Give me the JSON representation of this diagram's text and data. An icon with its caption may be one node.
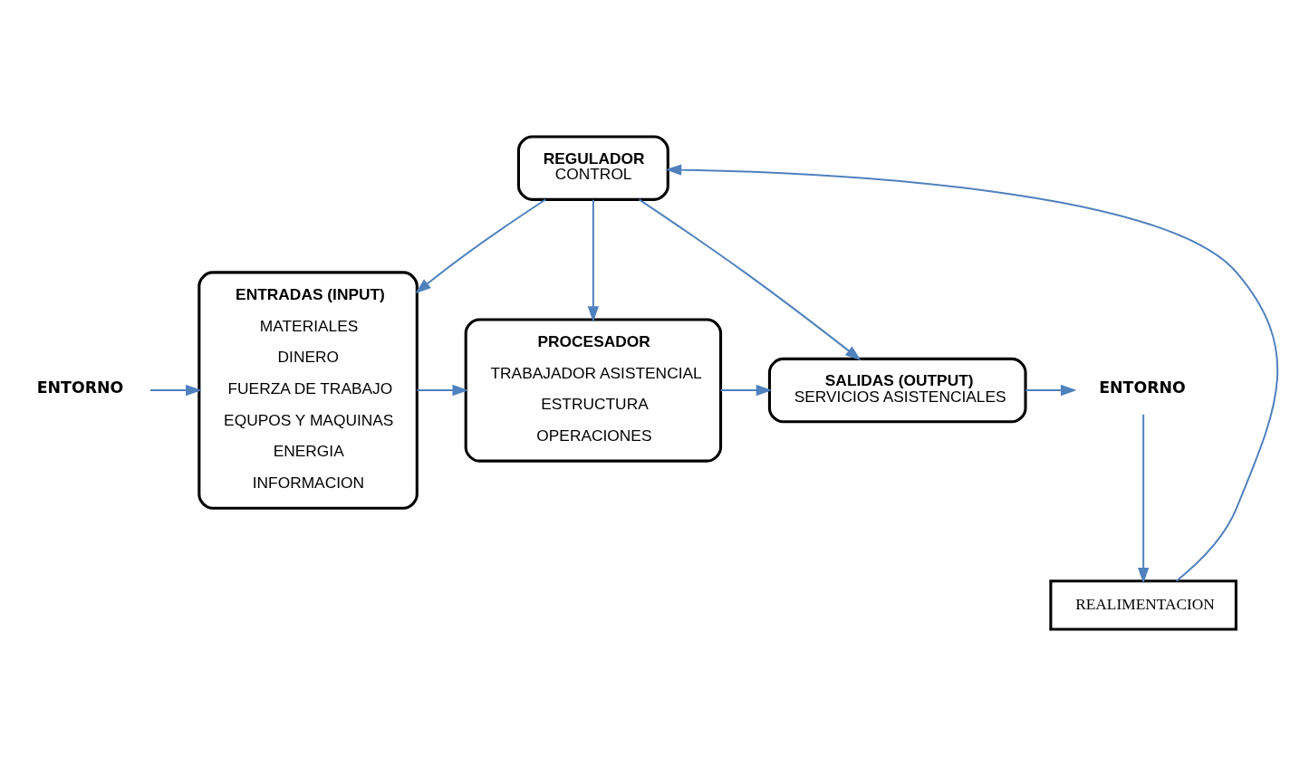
{
  "diagram": {
    "nodes": [
      {
        "text": [
          "ENTORNO"
        ]
      },
      {
        "text": [
          "REGULADOR",
          "CONTROL"
        ]
      },
      {
        "text": [
          "ENTRADAS (INPUT)",
          "MATERIALES",
          "DINERO",
          "FUERZA DE TRABAJO",
          "EQUPOS Y MAQUINAS",
          "ENERGIA",
          "INFORMACION"
        ]
      },
      {
        "text": [
          "PROCESADOR",
          "TRABAJADOR ASISTENCIAL",
          "ESTRUCTURA",
          "OPERACIONES"
        ]
      },
      {
        "text": [
          "SALIDAS (OUTPUT)",
          "SERVICIOS ASISTENCIALES"
        ]
      },
      {
        "text": [
          "ENTORNO"
        ]
      },
      {
        "text": [
          "REALIMENTACION"
        ]
      }
    ],
    "edges": [
      {
        "from": 0,
        "to": 2,
        "arrow": "to"
      },
      {
        "from": 2,
        "to": 3,
        "arrow": "to"
      },
      {
        "from": 3,
        "to": 4,
        "arrow": "to"
      },
      {
        "from": 4,
        "to": 5,
        "arrow": "to"
      },
      {
        "from": 1,
        "to": 2,
        "arrow": "to"
      },
      {
        "from": 1,
        "to": 3,
        "arrow": "to"
      },
      {
        "from": 1,
        "to": 4,
        "arrow": "to"
      },
      {
        "from": 5,
        "to": 6,
        "arrow": "to"
      },
      {
        "from": 6,
        "to": 1,
        "arrow": "to"
      }
    ]
  }
}
